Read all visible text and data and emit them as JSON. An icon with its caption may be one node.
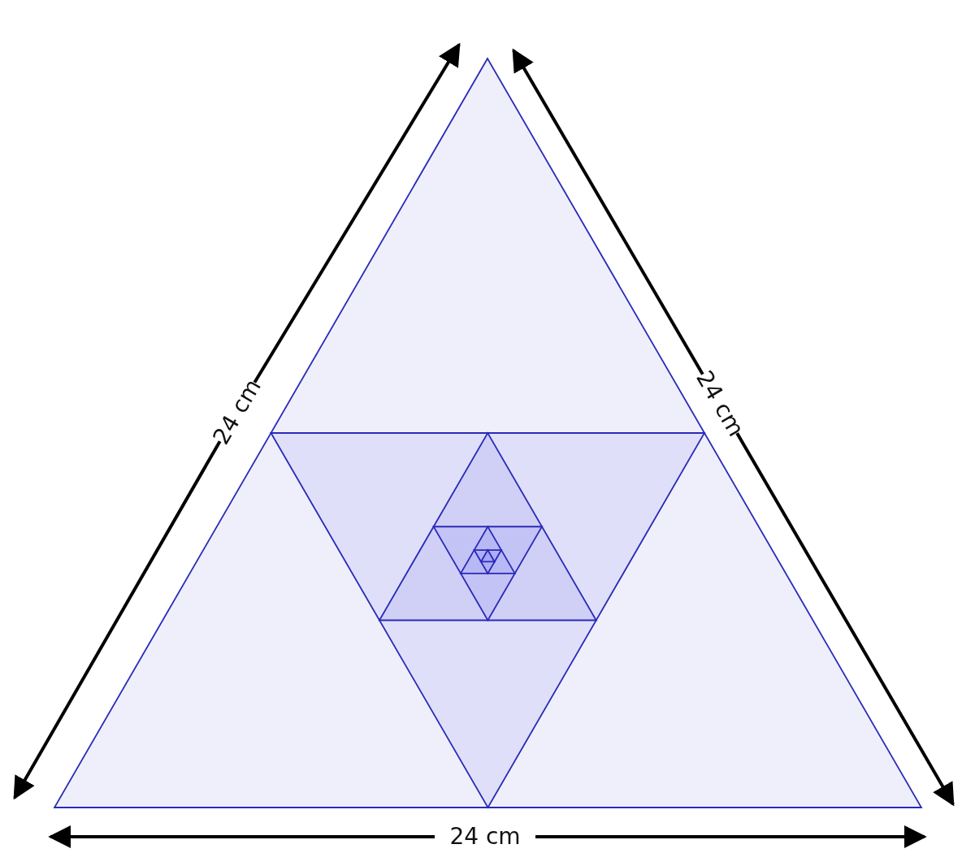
{
  "diagram": {
    "labels": [
      "24 cm",
      "24 cm",
      "24 cm"
    ]
  }
}
